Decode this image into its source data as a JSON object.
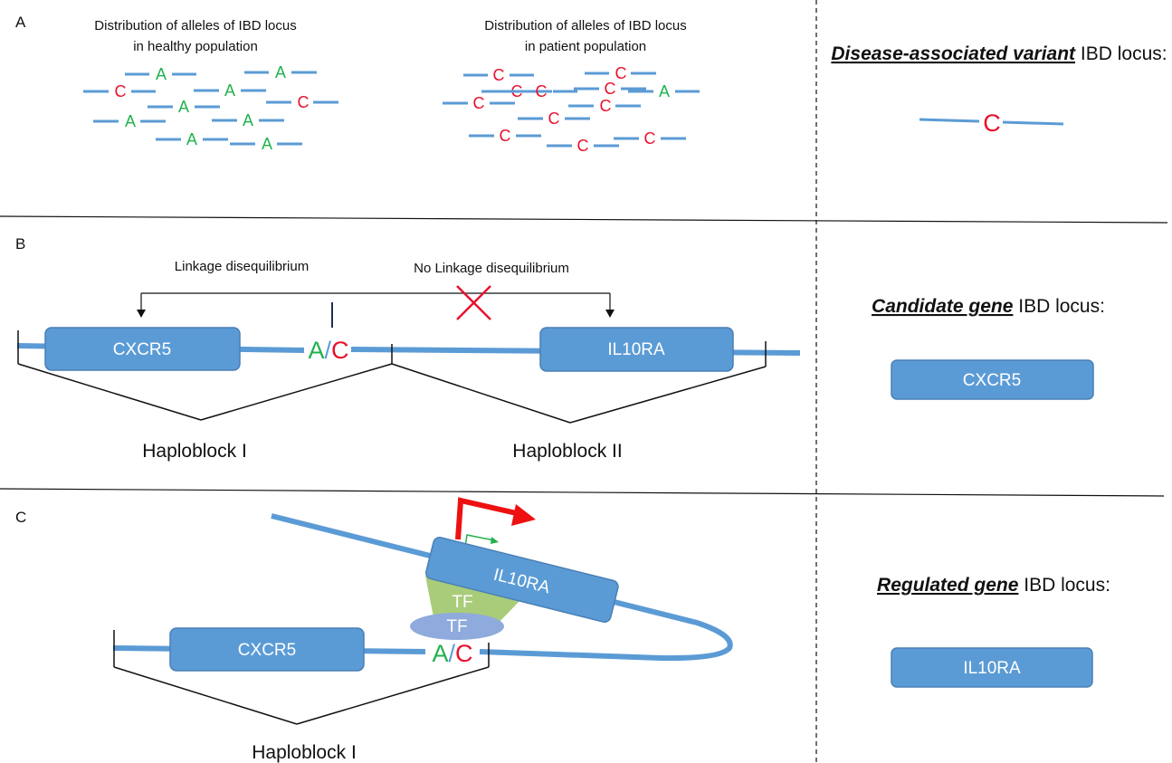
{
  "panels": {
    "a": {
      "letter": "A",
      "healthy_title_line1": "Distribution of alleles of IBD locus",
      "healthy_title_line2": "in healthy population",
      "patient_title_line1": "Distribution of alleles of IBD locus",
      "patient_title_line2": "in patient population",
      "healthy_alleles": [
        "A",
        "A",
        "C",
        "A",
        "C",
        "A",
        "A",
        "A",
        "A",
        "A"
      ],
      "patient_alleles": [
        "C",
        "C",
        "C",
        "C",
        "C",
        "C",
        "A",
        "C",
        "C",
        "C",
        "C",
        "C"
      ],
      "side_title_emph": "Disease-associated variant",
      "side_title_rest": " IBD locus:",
      "side_allele": "C"
    },
    "b": {
      "letter": "B",
      "ld_label": "Linkage disequilibrium",
      "no_ld_label": "No Linkage disequilibrium",
      "gene_left": "CXCR5",
      "gene_right": "IL10RA",
      "allele_a": "A",
      "allele_sep": "/",
      "allele_c": "C",
      "haploblock_1": "Haploblock I",
      "haploblock_2": "Haploblock II",
      "side_title_emph": "Candidate gene",
      "side_title_rest": " IBD locus:",
      "side_gene": "CXCR5"
    },
    "c": {
      "letter": "C",
      "gene_loop": "IL10RA",
      "tf_upper": "TF",
      "tf_lower": "TF",
      "gene_left": "CXCR5",
      "allele_a": "A",
      "allele_sep": "/",
      "allele_c": "C",
      "haploblock_1": "Haploblock I",
      "side_title_emph": "Regulated gene",
      "side_title_rest": " IBD locus:",
      "side_gene": "IL10RA"
    }
  },
  "colors": {
    "dna_blue": "#5b9bd5",
    "allele_a_green": "#22b14c",
    "allele_c_red": "#e8112d",
    "tf_green": "#a9cc7a",
    "tf_blue": "#8faadc",
    "arrow_red": "#ee1111"
  }
}
